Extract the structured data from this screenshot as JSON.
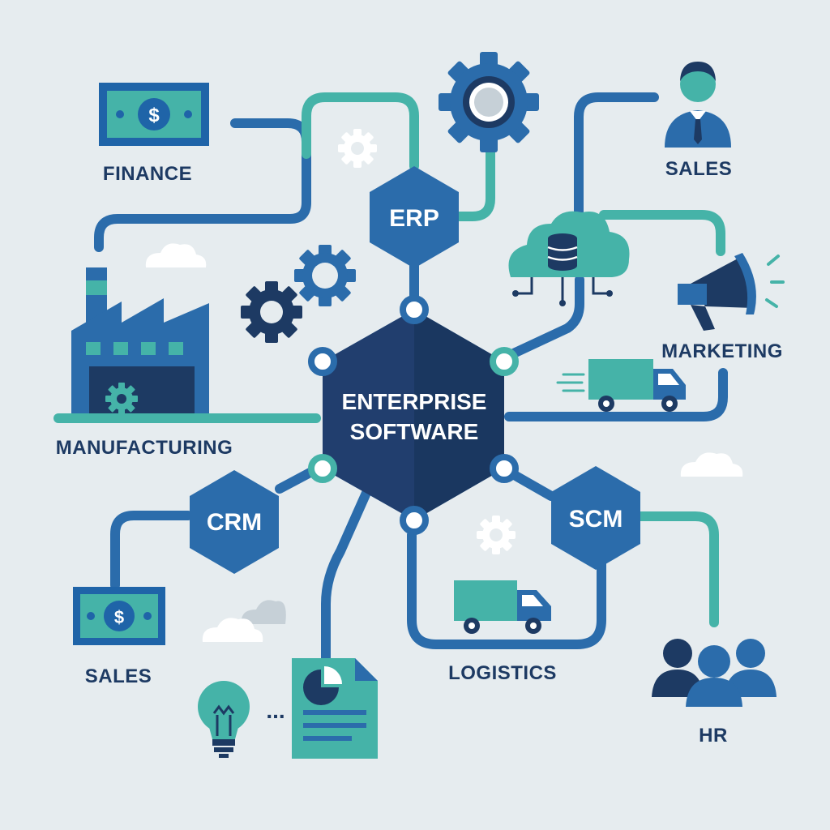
{
  "center": {
    "line1": "ENTERPRISE",
    "line2": "SOFTWARE"
  },
  "modules": {
    "erp": "ERP",
    "crm": "CRM",
    "scm": "SCM"
  },
  "labels": {
    "finance": "FINANCE",
    "sales_top": "SALES",
    "marketing": "MARKETING",
    "manufacturing": "MANUFACTURING",
    "sales_bottom": "SALES",
    "logistics": "LOGISTICS",
    "hr": "HR"
  },
  "symbols": {
    "currency": "$",
    "ellipsis": "..."
  },
  "icons": [
    "money-icon",
    "gear-icon",
    "person-icon",
    "cloud-database-icon",
    "megaphone-icon",
    "truck-icon",
    "factory-icon",
    "document-chart-icon",
    "lightbulb-icon",
    "people-icon",
    "cloud-icon"
  ],
  "colors": {
    "background": "#e6ecef",
    "navy": "#1d3a63",
    "blue": "#2b6cab",
    "teal": "#45b3a8",
    "dark_hex": "#213e6e",
    "light_gray": "#c6d0d7"
  }
}
